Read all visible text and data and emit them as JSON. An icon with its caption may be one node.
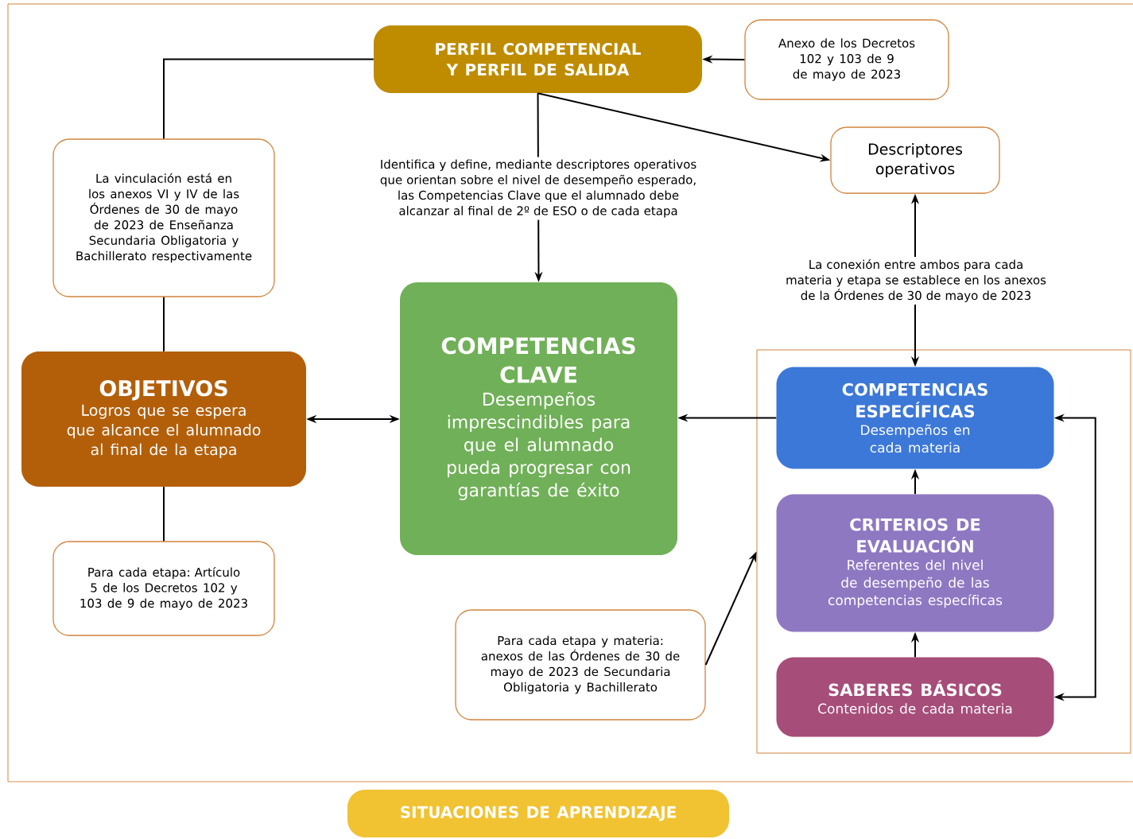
{
  "diagram": {
    "nodes": [
      {
        "text": [
          "PERFIL COMPETENCIAL Y PERFIL DE SALIDA"
        ]
      },
      {
        "text": [
          "Anexo de los Decretos 102 y 103 de 9 de mayo de 2023"
        ]
      },
      {
        "text": [
          "Descriptores operativos"
        ]
      },
      {
        "text": [
          "La vinculación está en los anexos VI y IV de las Órdenes de 30 de mayo de 2023 de Enseñanza Secundaria Obligatoria y Bachillerato respectivamente"
        ]
      },
      {
        "text": [
          "OBJETIVOS",
          "Logros que se espera que alcance el alumnado al final de la etapa"
        ]
      },
      {
        "text": [
          "COMPETENCIAS CLAVE",
          "Desempeños imprescindibles para que el alumnado pueda progresar con garantías de éxito"
        ]
      },
      {
        "text": [],
        "shape": "box"
      },
      {
        "text": [
          "COMPETENCIAS ESPECÍFICAS",
          "Desempeños en cada materia"
        ],
        "in": 6
      },
      {
        "text": [
          "CRITERIOS DE EVALUACIÓN",
          "Referentes del nivel de desempeño de las competencias específicas"
        ],
        "in": 6
      },
      {
        "text": [
          "SABERES BÁSICOS",
          "Contenidos de cada materia"
        ],
        "in": 6
      },
      {
        "text": [
          "Para cada etapa: Artículo 5 de los Decretos 102 y 103 de 9 de mayo de 2023"
        ]
      },
      {
        "text": [
          "Para cada etapa y materia: anexos de las Órdenes de 30 de mayo de 2023 de Secundaria Obligatoria y Bachillerato"
        ]
      },
      {
        "text": [
          "SITUACIONES DE APRENDIZAJE"
        ]
      }
    ],
    "edges": [
      {
        "from": 1,
        "to": 0,
        "arrow": "to"
      },
      {
        "from": 0,
        "to": 5,
        "arrow": "to",
        "label": "Identifica y define, mediante descriptores operativos que orientan sobre el nivel de desempeño esperado, las Competencias Clave que el alumnado debe alcanzar al final de 2º de ESO o de cada etapa"
      },
      {
        "from": 0,
        "to": 2,
        "arrow": "to"
      },
      {
        "from": 0,
        "to": 3,
        "arrow": "none"
      },
      {
        "from": 3,
        "to": 4,
        "arrow": "none"
      },
      {
        "from": 4,
        "to": 10,
        "arrow": "none"
      },
      {
        "from": 4,
        "to": 5,
        "arrow": "both"
      },
      {
        "from": 7,
        "to": 5,
        "arrow": "to"
      },
      {
        "from": 2,
        "to": 7,
        "arrow": "both",
        "label": "La conexión entre ambos para cada materia y etapa se establece en los anexos de la Órdenes de 30 de mayo de 2023"
      },
      {
        "from": 8,
        "to": 7,
        "arrow": "to"
      },
      {
        "from": 9,
        "to": 8,
        "arrow": "to"
      },
      {
        "from": 7,
        "to": 9,
        "arrow": "both"
      },
      {
        "from": 11,
        "to": 6,
        "arrow": "to"
      }
    ]
  }
}
